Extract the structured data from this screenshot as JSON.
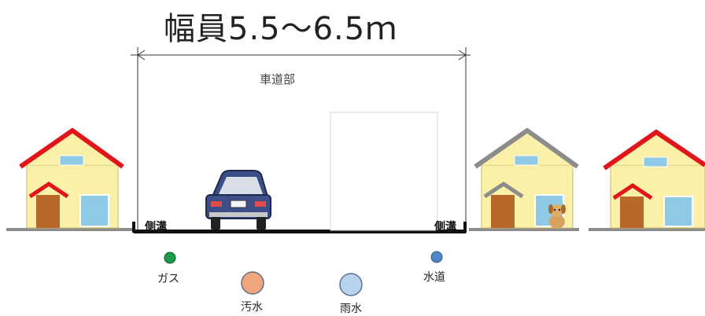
{
  "title": "幅員5.5〜6.5ｍ",
  "road_label": "車道部",
  "side_ditch_left": "側溝",
  "side_ditch_right": "側溝",
  "pipes": {
    "gas": {
      "label": "ガス",
      "color": "#1a9a4a"
    },
    "water": {
      "label": "水道",
      "color": "#4f86c6"
    },
    "sewage": {
      "label": "汚水",
      "color": "#f2a67e"
    },
    "rain": {
      "label": "雨水",
      "color": "#b7d3f0"
    }
  },
  "colors": {
    "roof_red": "#e0161b",
    "roof_grey": "#8c8c8c",
    "wall": "#fbf0a8",
    "door": "#b8692a",
    "window": "#8ec9e6",
    "ground": "#8c8c8c",
    "road_line": "#111111"
  }
}
